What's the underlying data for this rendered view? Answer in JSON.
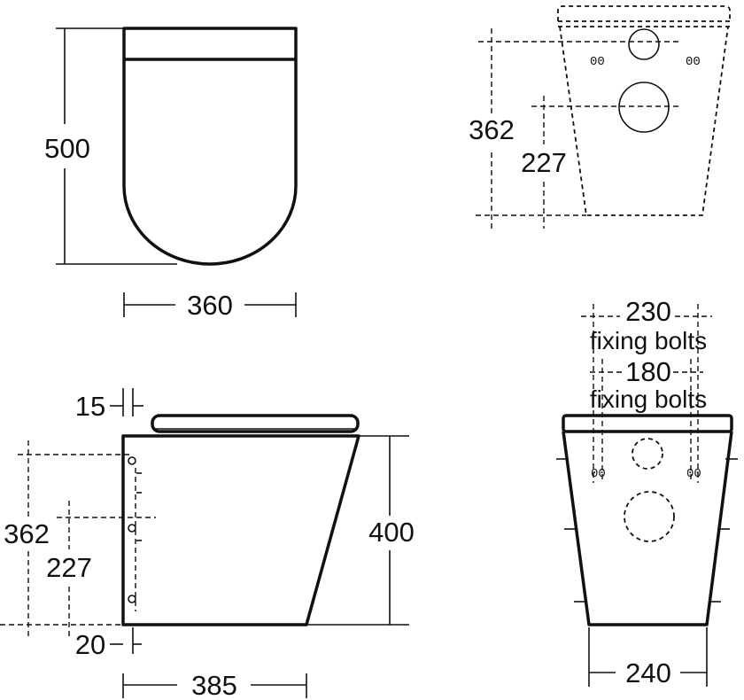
{
  "top_view": {
    "depth_dim": "500",
    "width_dim": "360"
  },
  "rear_view": {
    "height_top_dim": "362",
    "height_lower_dim": "227"
  },
  "side_view": {
    "seat_gap_dim": "15",
    "height_top_dim": "362",
    "height_lower_dim": "227",
    "total_height_dim": "400",
    "base_offset_dim": "20",
    "length_dim": "385"
  },
  "front_view": {
    "outer_bolts_dim": "230",
    "outer_bolts_label": "fixing bolts",
    "inner_bolts_dim": "180",
    "inner_bolts_label": "fixing bolts",
    "base_width_dim": "240"
  }
}
